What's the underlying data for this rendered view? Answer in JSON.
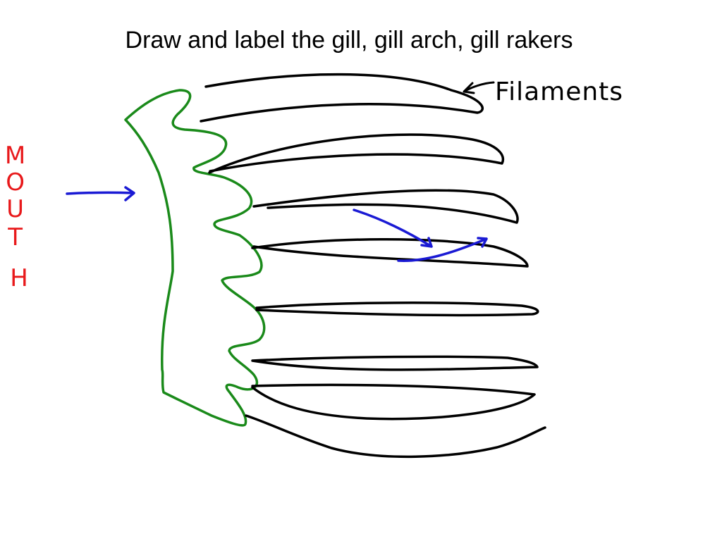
{
  "title": "Draw and label the gill, gill arch, gill rakers",
  "labels": {
    "filaments": "Filaments",
    "mouth": "MOUTH"
  },
  "colors": {
    "background": "#ffffff",
    "filament_stroke": "#000000",
    "arch_stroke": "#1a8a1a",
    "arrow_stroke": "#1a1ad4",
    "mouth_label": "#e8191b",
    "title_text": "#000000"
  },
  "drawing": {
    "filament_count": 8,
    "parts": [
      "gill-arch",
      "gill-filaments",
      "water-flow-arrows"
    ]
  }
}
